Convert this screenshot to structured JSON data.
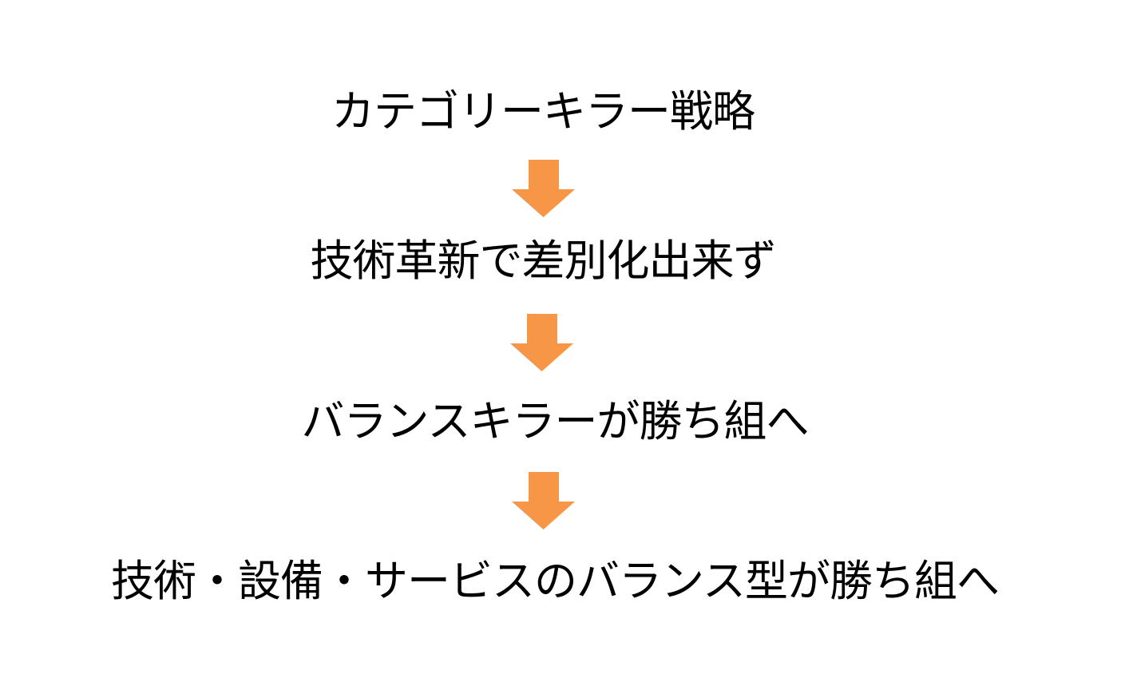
{
  "steps": [
    {
      "label": "カテゴリーキラー戦略"
    },
    {
      "label": "技術革新で差別化出来ず"
    },
    {
      "label": "バランスキラーが勝ち組へ"
    },
    {
      "label": "技術・設備・サービスのバランス型が勝ち組へ"
    }
  ],
  "colors": {
    "arrow": "#F79646",
    "text": "#000000"
  }
}
